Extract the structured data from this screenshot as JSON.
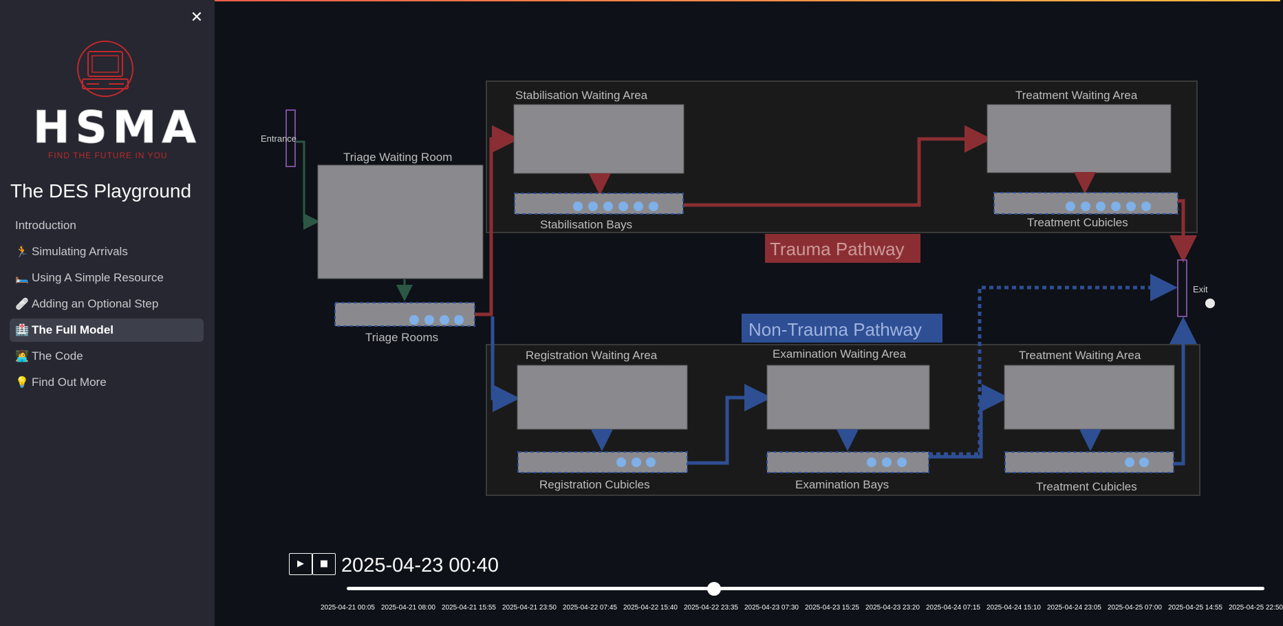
{
  "sidebar": {
    "close_icon": "close-icon",
    "logo": {
      "wordmark": "HSMA",
      "tagline": "FIND THE FUTURE IN YOU",
      "brand_color": "#c0282d"
    },
    "app_title": "The DES Playground",
    "nav": [
      {
        "label": "Introduction",
        "icon": ""
      },
      {
        "label": "Simulating Arrivals",
        "icon": "🏃"
      },
      {
        "label": "Using A Simple Resource",
        "icon": "🛏️"
      },
      {
        "label": "Adding an Optional Step",
        "icon": "🩹"
      },
      {
        "label": "The Full Model",
        "icon": "🏥",
        "active": true
      },
      {
        "label": "The Code",
        "icon": "👩‍💻"
      },
      {
        "label": "Find Out More",
        "icon": "💡"
      }
    ]
  },
  "diagram": {
    "colors": {
      "trauma": "#8b2e33",
      "non_trauma": "#2e4f94",
      "entry": "#2d5745",
      "box": "#8a8a8e",
      "border": "#3a3a3a"
    },
    "entrance": "Entrance",
    "exit": "Exit",
    "triage_waiting": "Triage Waiting Room",
    "triage_rooms": "Triage Rooms",
    "trauma": {
      "pathway_label": "Trauma Pathway",
      "stab_waiting": "Stabilisation Waiting Area",
      "stab_bays": "Stabilisation Bays",
      "treat_waiting": "Treatment Waiting Area",
      "treat_cubicles": "Treatment Cubicles"
    },
    "non_trauma": {
      "pathway_label": "Non-Trauma Pathway",
      "reg_waiting": "Registration Waiting Area",
      "reg_cubicles": "Registration Cubicles",
      "exam_waiting": "Examination Waiting Area",
      "exam_bays": "Examination Bays",
      "treat_waiting": "Treatment Waiting Area",
      "treat_cubicles": "Treatment Cubicles"
    }
  },
  "controls": {
    "play_icon": "▶",
    "stop_icon": "■",
    "timestamp": "2025-04-23 00:40",
    "slider_position": 0.4,
    "ticks": [
      "2025-04-21 00:05",
      "2025-04-21 08:00",
      "2025-04-21 15:55",
      "2025-04-21 23:50",
      "2025-04-22 07:45",
      "2025-04-22 15:40",
      "2025-04-22 23:35",
      "2025-04-23 07:30",
      "2025-04-23 15:25",
      "2025-04-23 23:20",
      "2025-04-24 07:15",
      "2025-04-24 15:10",
      "2025-04-24 23:05",
      "2025-04-25 07:00",
      "2025-04-25 14:55",
      "2025-04-25 22:50"
    ]
  }
}
